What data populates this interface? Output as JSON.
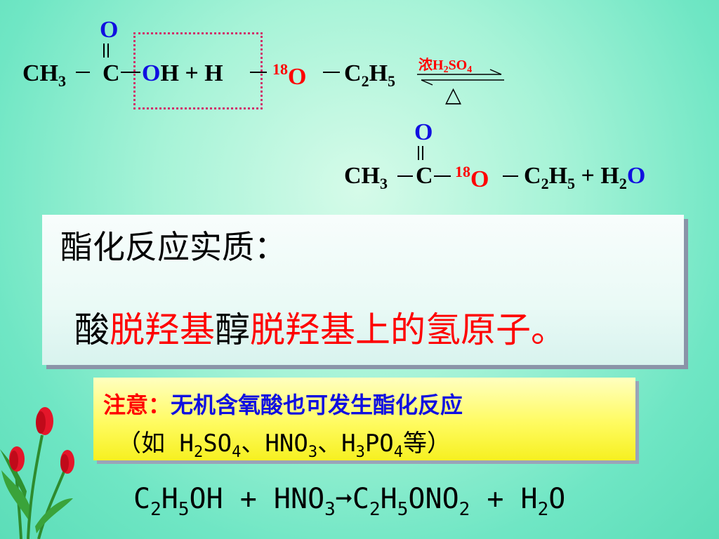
{
  "colors": {
    "background": "#7fe9c9",
    "isotope_red": "#ff0000",
    "oxygen_blue": "#1010e0",
    "box_border": "#d0306a",
    "note_yellow": "#fffb60"
  },
  "reaction1": {
    "top_o": "O",
    "ch": "CH",
    "ch_sub": "3",
    "c": "C",
    "o": "O",
    "h_after_o": "H",
    "plus_h": " + H",
    "isotope": "18",
    "isotope_o": "O",
    "c2": "C",
    "c2_sub": "2",
    "h5": "H",
    "h5_sub": "5",
    "catalyst": "浓H",
    "catalyst_sub1": "2",
    "catalyst_mid": "SO",
    "catalyst_sub2": "4",
    "heat": "△"
  },
  "reaction2": {
    "top_o": "O",
    "ch": "CH",
    "ch_sub": "3",
    "c": "C",
    "isotope": "18",
    "isotope_o": "O",
    "c2": "C",
    "c2_sub": "2",
    "h5": "H",
    "h5_sub": "5",
    "plus_h": " + H",
    "h2_sub": "2",
    "water_o": "O"
  },
  "panel": {
    "title": "酯化反应实质：",
    "acid": "酸",
    "acid_action": "脱羟基",
    "alcohol": "醇",
    "alcohol_action": "脱羟基上的氢原子。"
  },
  "note": {
    "label": "注意：",
    "text": "无机含氧酸也可发生酯化反应",
    "open": "（如 H",
    "s1": "2",
    "so": "SO",
    "s2": "4",
    "hno": "、HNO",
    "s3": "3",
    "hpo_h": "、H",
    "s4": "3",
    "po": "PO",
    "s5": "4",
    "close": "等）"
  },
  "final_equation": {
    "c": "C",
    "s1": "2",
    "h": "H",
    "s2": "5",
    "oh": "OH + HNO",
    "s3": "3",
    "arrow": "➞",
    "c2": "C",
    "s4": "2",
    "h2": "H",
    "s5": "5",
    "ono": "ONO",
    "s6": "2",
    "plus_h": " + H",
    "s7": "2",
    "o": "O"
  },
  "icons": [
    "tulip-flowers-image"
  ]
}
